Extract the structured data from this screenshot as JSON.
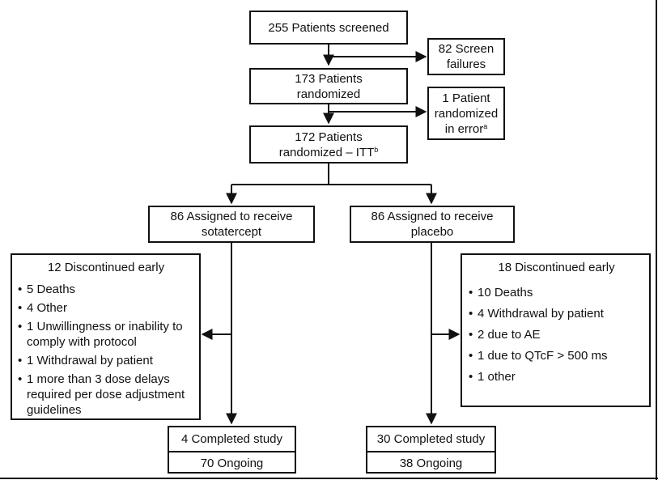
{
  "flow": {
    "screened": "255 Patients screened",
    "screen_fail_1": "82 Screen",
    "screen_fail_2": "failures",
    "randomized_1": "173 Patients",
    "randomized_2": "randomized",
    "error_1": "1 Patient",
    "error_2": "randomized",
    "error_3": "in error",
    "error_sup": "a",
    "itt_1": "172  Patients",
    "itt_2": "randomized – ITT",
    "itt_sup": "b",
    "sota_1": "86 Assigned to receive",
    "sota_2": "sotatercept",
    "placebo_1": "86 Assigned to receive",
    "placebo_2": "placebo"
  },
  "left_disc": {
    "title": "12 Discontinued early",
    "items": [
      "5 Deaths",
      "4 Other",
      "1 Unwillingness or inability to comply with protocol",
      "1 Withdrawal by patient",
      "1 more than 3 dose delays required per dose adjustment guidelines"
    ]
  },
  "right_disc": {
    "title": "18 Discontinued early",
    "items": [
      "10 Deaths",
      "4 Withdrawal by patient",
      "2 due to AE",
      "1 due to QTcF > 500 ms",
      "1 other"
    ]
  },
  "left_end": {
    "completed": "4 Completed study",
    "ongoing": "70 Ongoing"
  },
  "right_end": {
    "completed": "30 Completed study",
    "ongoing": "38 Ongoing"
  }
}
